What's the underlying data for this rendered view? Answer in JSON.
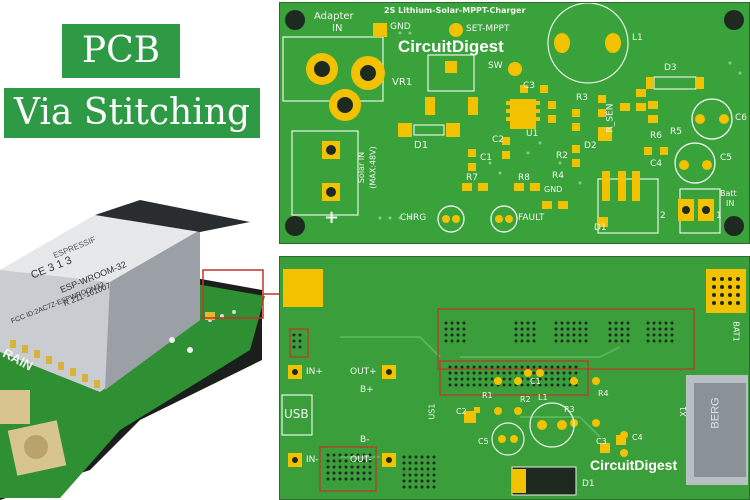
{
  "title": {
    "line1": "PCB",
    "line2": "Via Stitching"
  },
  "top_board": {
    "header": "2S Lithium-Solar-MPPT-Charger",
    "logo": "CircuitDigest",
    "labels": {
      "adapter": "Adapter",
      "adapter_in": "IN",
      "gnd_top": "GND",
      "set_mppt": "SET-MPPT",
      "sw": "SW",
      "vr1": "VR1",
      "d1": "D1",
      "c3": "C3",
      "r3": "R3",
      "d3": "D3",
      "l1": "L1",
      "u1": "U1",
      "c2": "C2",
      "c1": "C1",
      "r2": "R2",
      "r4": "R4",
      "d2": "D2",
      "r_sen": "R_SEN",
      "r6": "R6",
      "r5": "R5",
      "c6": "C6",
      "c4": "C4",
      "c5": "C5",
      "r7": "R7",
      "r8": "R8",
      "gnd_bottom": "GND",
      "solar_in": "Solar IN",
      "max_v": "(MAX:48V)",
      "plus": "+",
      "chrg": "CHRG",
      "fault": "FAULT",
      "batt": "Batt",
      "batt_in": "IN",
      "d1b": "D1",
      "pin2": "2",
      "pin1": "1"
    }
  },
  "bottom_board": {
    "logo": "CircuitDigest",
    "labels": {
      "in_plus": "IN+",
      "in_minus": "IN-",
      "usb": "USB",
      "out_plus": "OUT+",
      "out_minus": "OUT-",
      "b_plus": "B+",
      "b_minus": "B-",
      "us1": "US1",
      "r1": "R1",
      "r2": "R2",
      "l1": "L1",
      "c1": "C1",
      "c2": "C2",
      "r3": "R3",
      "r4": "R4",
      "c3": "C3",
      "c4": "C4",
      "c5": "C5",
      "d1": "D1",
      "x1": "X1",
      "bat1": "BAT1",
      "berg": "BERG"
    }
  },
  "module": {
    "brand_small": "ESPRESSIF",
    "fcc": "FCC ID:2AC7Z-ESPWROOM32",
    "ce": "CE 3 1 3",
    "model": "ESP-WROOM-32",
    "rcode": "R 211-161007",
    "board_text": "RAIN"
  },
  "colors": {
    "title_bg": "#2f9a45",
    "pcb_green": "#3aa23a",
    "pad_gold": "#f2c200",
    "callout": "#c4322b"
  }
}
